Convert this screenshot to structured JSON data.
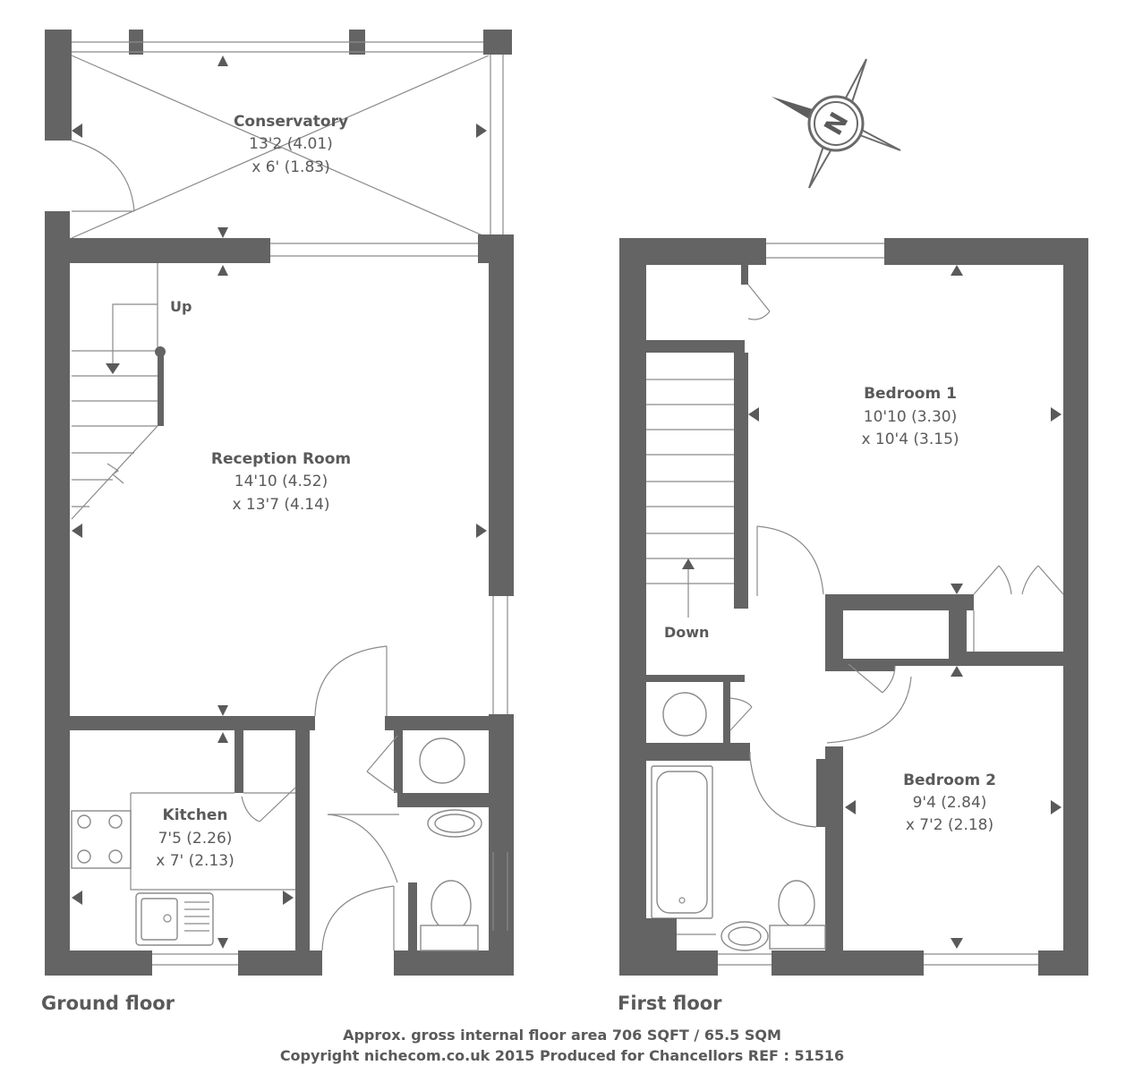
{
  "rooms": {
    "conservatory": {
      "name": "Conservatory",
      "dim1": "13'2 (4.01)",
      "dim2": "x 6' (1.83)"
    },
    "reception": {
      "name": "Reception Room",
      "dim1": "14'10 (4.52)",
      "dim2": "x 13'7 (4.14)"
    },
    "kitchen": {
      "name": "Kitchen",
      "dim1": "7'5 (2.26)",
      "dim2": "x 7' (2.13)"
    },
    "bedroom1": {
      "name": "Bedroom 1",
      "dim1": "10'10 (3.30)",
      "dim2": "x 10'4 (3.15)"
    },
    "bedroom2": {
      "name": "Bedroom 2",
      "dim1": "9'4 (2.84)",
      "dim2": "x 7'2 (2.18)"
    }
  },
  "stairs": {
    "up": "Up",
    "down": "Down"
  },
  "floors": {
    "ground": "Ground floor",
    "first": "First floor"
  },
  "compass": {
    "letter": "N"
  },
  "footer": {
    "area": "Approx. gross internal floor area 706 SQFT / 65.5 SQM",
    "copyright": "Copyright nichecom.co.uk 2015 Produced for Chancellors REF : 51516"
  },
  "colors": {
    "wall": "#646464",
    "text": "#5a5a5a",
    "line": "#8a8a8a"
  }
}
